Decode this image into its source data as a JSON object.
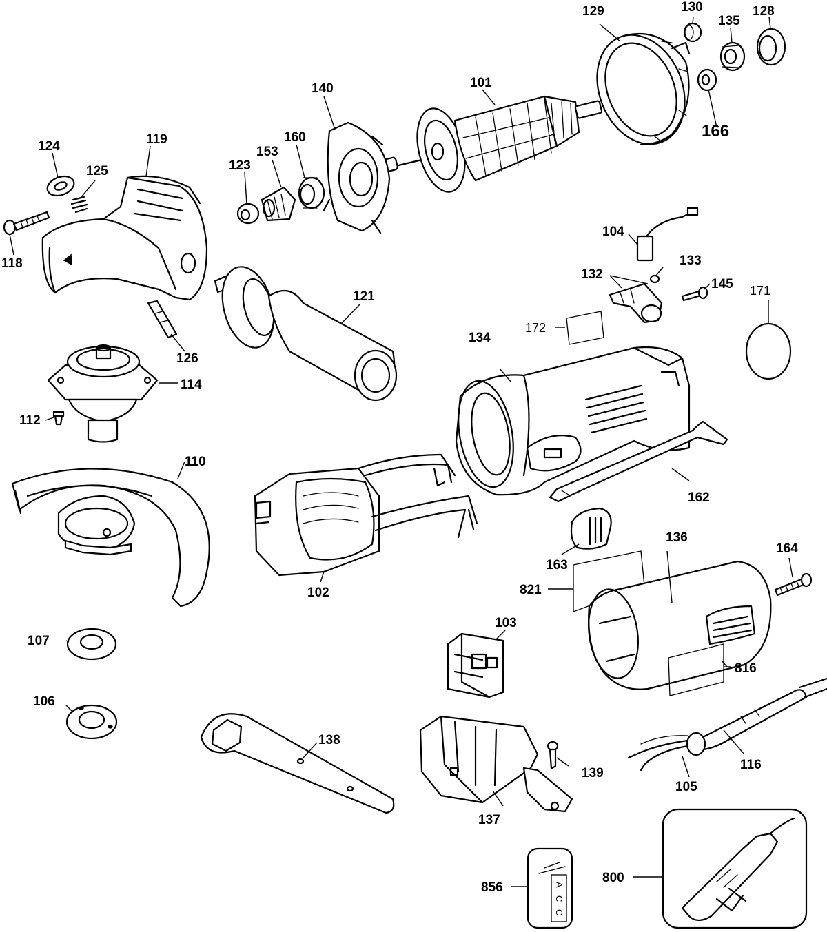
{
  "callouts": {
    "p101": "101",
    "p102": "102",
    "p103": "103",
    "p104": "104",
    "p105": "105",
    "p106": "106",
    "p107": "107",
    "p110": "110",
    "p112": "112",
    "p114": "114",
    "p116": "116",
    "p118": "118",
    "p119": "119",
    "p121": "121",
    "p123": "123",
    "p124": "124",
    "p125": "125",
    "p126": "126",
    "p128": "128",
    "p129": "129",
    "p130": "130",
    "p132": "132",
    "p133": "133",
    "p134": "134",
    "p135": "135",
    "p136": "136",
    "p137": "137",
    "p138": "138",
    "p139": "139",
    "p140": "140",
    "p145": "145",
    "p153": "153",
    "p160": "160",
    "p162": "162",
    "p163": "163",
    "p164": "164",
    "p166": "166",
    "p171": "171",
    "p172": "172",
    "p800": "800",
    "p816": "816",
    "p821": "821",
    "p856": "856"
  },
  "label_856_text": [
    "A",
    "C",
    "C"
  ]
}
